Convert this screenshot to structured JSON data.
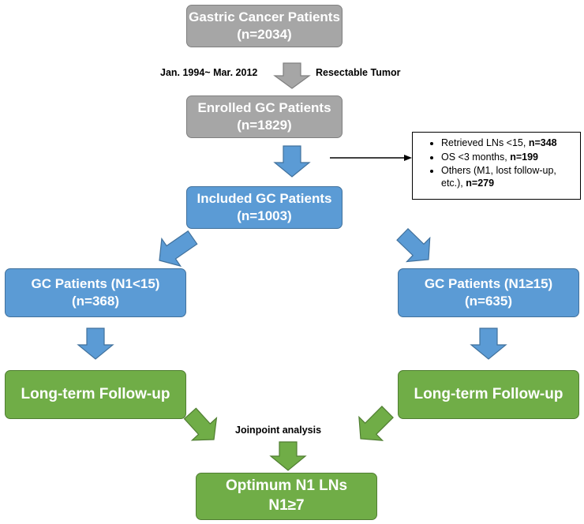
{
  "boxes": {
    "gastric_cancer": {
      "title": "Gastric Cancer Patients",
      "count": "(n=2034)"
    },
    "enrolled": {
      "title": "Enrolled GC Patients",
      "count": "(n=1829)"
    },
    "included": {
      "title": "Included GC Patients",
      "count": "(n=1003)"
    },
    "n1_lt15": {
      "title": "GC Patients (N1<15)",
      "count": "(n=368)"
    },
    "n1_ge15": {
      "title": "GC Patients (N1≥15)",
      "count": "(n=635)"
    },
    "followup_left": {
      "title": "Long-term Follow-up"
    },
    "followup_right": {
      "title": "Long-term Follow-up"
    },
    "optimum": {
      "title": "Optimum N1 LNs",
      "value": "N1≥7"
    }
  },
  "labels": {
    "date_range": "Jan. 1994~ Mar. 2012",
    "resectable": "Resectable Tumor",
    "joinpoint": "Joinpoint analysis"
  },
  "exclusions": [
    {
      "text": "Retrieved LNs <15, ",
      "count": "n=348"
    },
    {
      "text": "OS <3 months, ",
      "count": "n=199"
    },
    {
      "text": "Others (M1, lost follow-up, etc.), ",
      "count": "n=279"
    }
  ],
  "colors": {
    "gray": "#a6a6a6",
    "blue": "#5b9bd5",
    "green": "#70ad47"
  }
}
